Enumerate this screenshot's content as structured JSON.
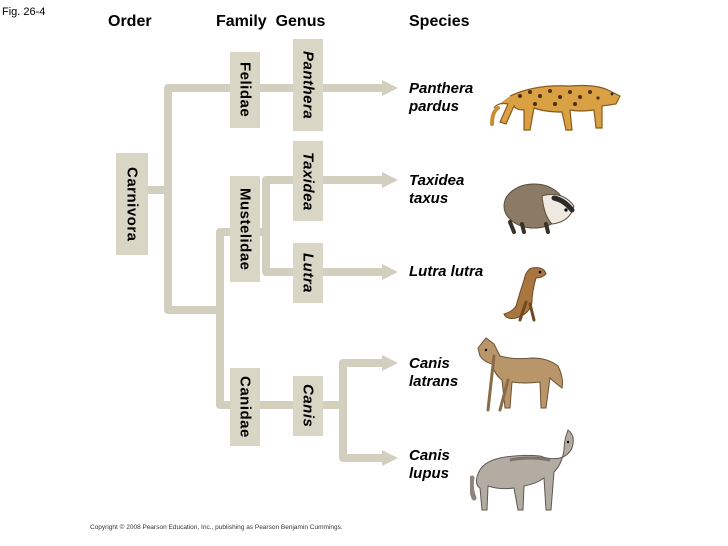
{
  "figure_label": "Fig. 26-4",
  "headers": {
    "order": "Order",
    "family_genus": "Family  Genus",
    "species": "Species"
  },
  "order": {
    "name": "Carnivora"
  },
  "families": {
    "felidae": "Felidae",
    "mustelidae": "Mustelidae",
    "canidae": "Canidae"
  },
  "genera": {
    "panthera": "Panthera",
    "taxidea": "Taxidea",
    "lutra": "Lutra",
    "canis": "Canis"
  },
  "species": {
    "panthera_pardus": [
      "Panthera",
      "pardus"
    ],
    "taxidea_taxus": [
      "Taxidea",
      "taxus"
    ],
    "lutra_lutra": [
      "Lutra lutra"
    ],
    "canis_latrans": [
      "Canis",
      "latrans"
    ],
    "canis_lupus": [
      "Canis",
      "lupus"
    ]
  },
  "animals": [
    "leopard-illustration",
    "badger-illustration",
    "otter-illustration",
    "coyote-illustration",
    "wolf-illustration"
  ],
  "colors": {
    "branch": "#d2cfbe",
    "label_bg": "#d9d6c6"
  },
  "copyright": "Copyright © 2008 Pearson Education, Inc., publishing as Pearson Benjamin Cummings."
}
